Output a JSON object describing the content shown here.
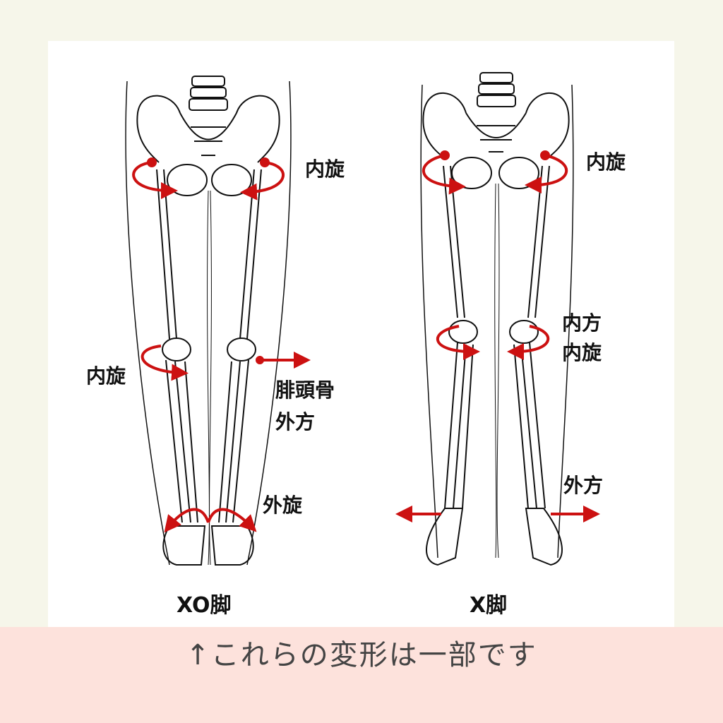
{
  "figures": [
    {
      "title": "XO脚",
      "labels": {
        "hip": "内旋",
        "knee": "内旋",
        "fibula_line1": "腓頭骨",
        "fibula_line2": "外方",
        "ankle": "外旋"
      }
    },
    {
      "title": "X脚",
      "labels": {
        "hip": "内旋",
        "knee_line1": "内方",
        "knee_line2": "内旋",
        "ankle": "外方"
      }
    }
  ],
  "caption": "↑これらの変形は一部です",
  "colors": {
    "arrow": "#cc1111",
    "panel": "#ffffff",
    "background": "#f6f6ea",
    "band": "#fde2dc"
  }
}
